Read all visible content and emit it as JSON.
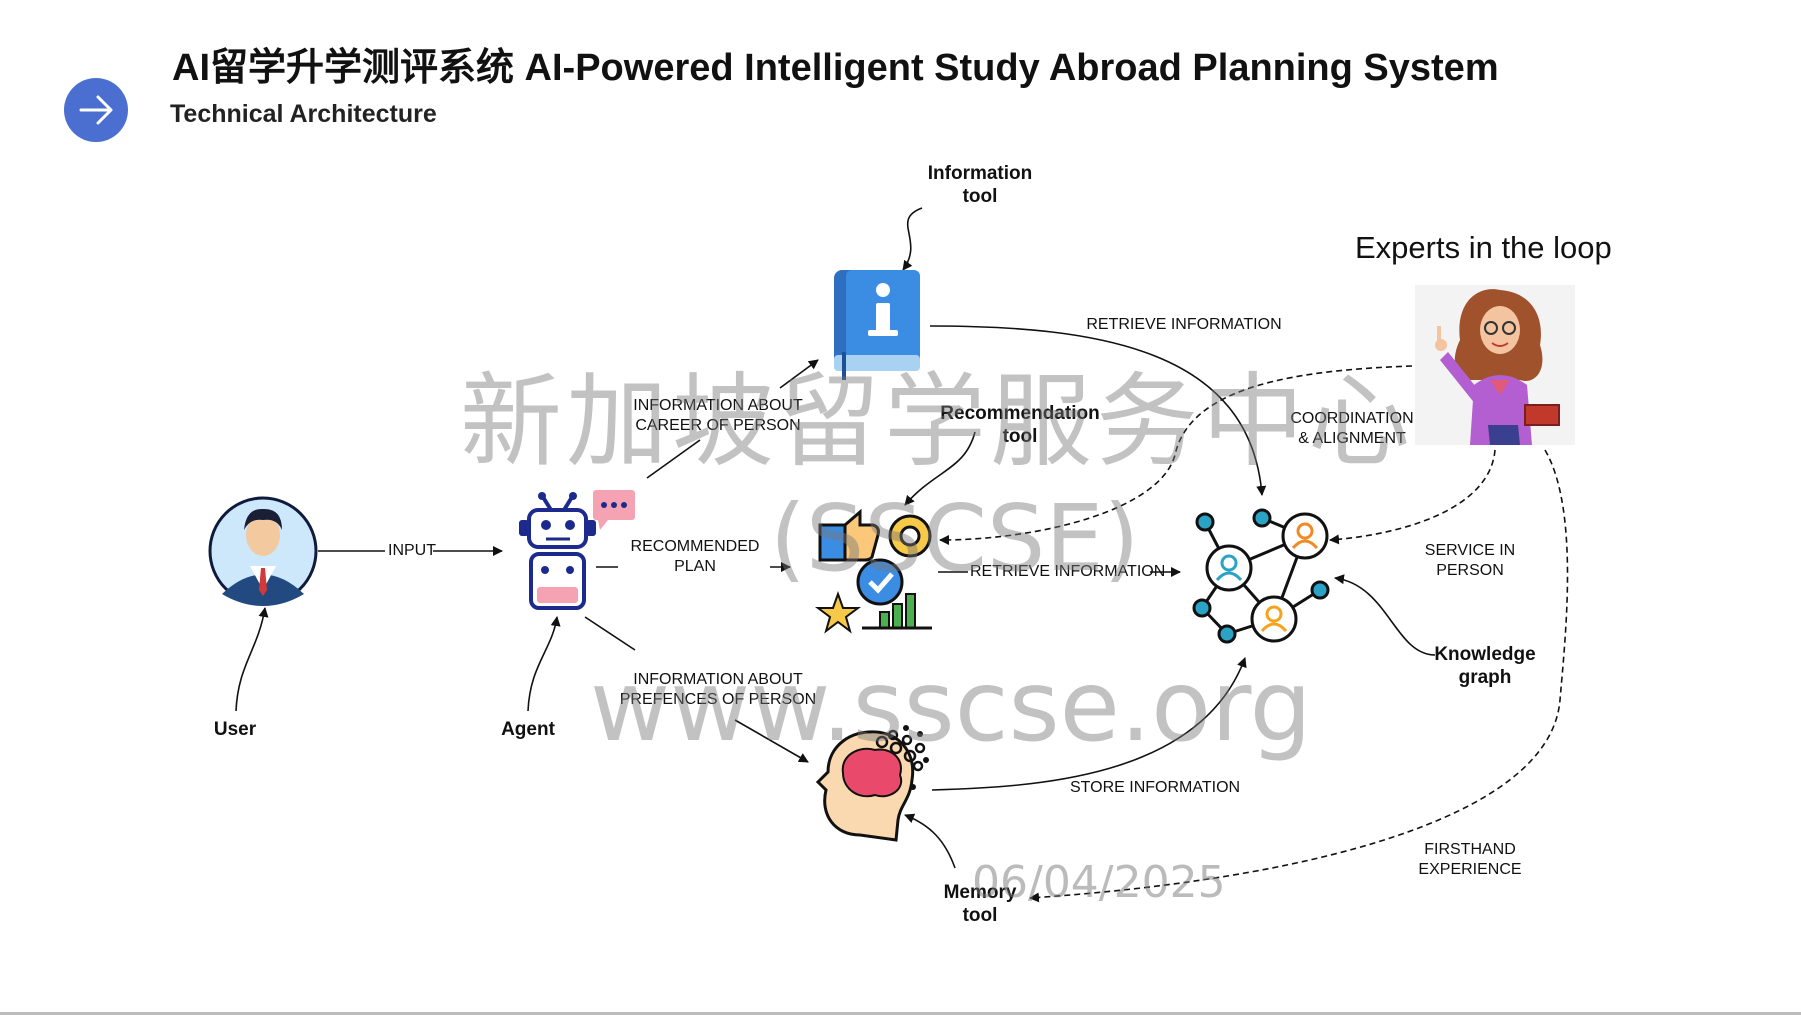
{
  "header": {
    "title": "AI留学升学测评系统 AI-Powered Intelligent Study Abroad Planning System",
    "subtitle": "Technical Architecture"
  },
  "diagram": {
    "nodes": {
      "user": "User",
      "agent": "Agent",
      "information_tool": [
        "Information",
        "tool"
      ],
      "recommendation_tool": [
        "Recommendation",
        "tool"
      ],
      "memory_tool": [
        "Memory",
        "tool"
      ],
      "knowledge_graph": [
        "Knowledge",
        "graph"
      ],
      "experts": "Experts in the loop"
    },
    "edges": {
      "input": "INPUT",
      "career": [
        "INFORMATION ABOUT",
        "CAREER OF PERSON"
      ],
      "recommended_plan": [
        "RECOMMENDED",
        "PLAN"
      ],
      "preferences": [
        "INFORMATION ABOUT",
        "PREFENCES OF PERSON"
      ],
      "retrieve_top": "RETRIEVE INFORMATION",
      "retrieve_mid": "RETRIEVE INFORMATION",
      "store": "STORE INFORMATION",
      "coordination": [
        "COORDINATION",
        "& ALIGNMENT"
      ],
      "service": [
        "SERVICE IN",
        "PERSON"
      ],
      "firsthand": [
        "FIRSTHAND",
        "EXPERIENCE"
      ]
    }
  },
  "watermark": {
    "line1": "新加坡留学服务中心",
    "line2": "(SSCSE)",
    "line3": "www.sscse.org",
    "date": "06/04/2025"
  },
  "colors": {
    "accent_blue": "#4a6fd1",
    "icon_navy": "#1b2a8c",
    "icon_pink": "#f5a3b3",
    "graph_teal": "#2ba3c4",
    "graph_orange": "#f08a24"
  }
}
